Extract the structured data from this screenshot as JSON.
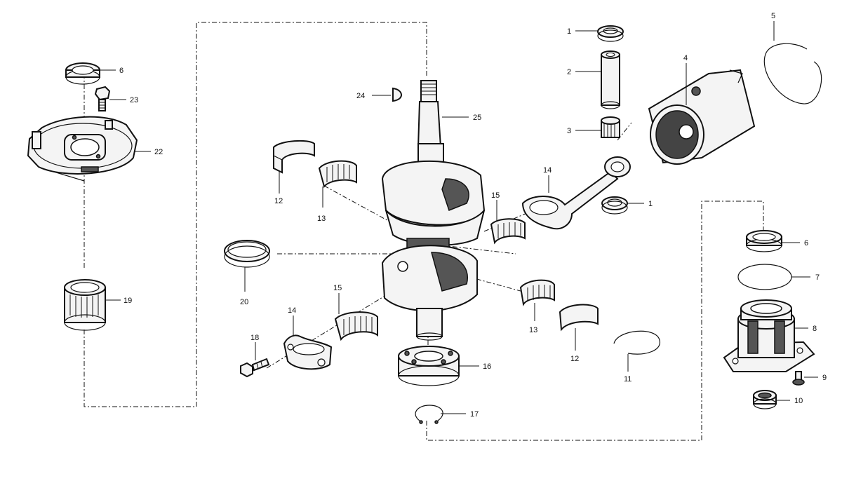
{
  "callouts": [
    {
      "id": "c1a",
      "text": "1"
    },
    {
      "id": "c1b",
      "text": "1"
    },
    {
      "id": "c2",
      "text": "2"
    },
    {
      "id": "c3",
      "text": "3"
    },
    {
      "id": "c4",
      "text": "4"
    },
    {
      "id": "c5",
      "text": "5"
    },
    {
      "id": "c6a",
      "text": "6"
    },
    {
      "id": "c6b",
      "text": "6"
    },
    {
      "id": "c7",
      "text": "7"
    },
    {
      "id": "c8",
      "text": "8"
    },
    {
      "id": "c9",
      "text": "9"
    },
    {
      "id": "c10",
      "text": "10"
    },
    {
      "id": "c11",
      "text": "11"
    },
    {
      "id": "c12a",
      "text": "12"
    },
    {
      "id": "c12b",
      "text": "12"
    },
    {
      "id": "c13a",
      "text": "13"
    },
    {
      "id": "c13b",
      "text": "13"
    },
    {
      "id": "c14a",
      "text": "14"
    },
    {
      "id": "c14b",
      "text": "14"
    },
    {
      "id": "c15a",
      "text": "15"
    },
    {
      "id": "c15b",
      "text": "15"
    },
    {
      "id": "c16",
      "text": "16"
    },
    {
      "id": "c17",
      "text": "17"
    },
    {
      "id": "c18",
      "text": "18"
    },
    {
      "id": "c19",
      "text": "19"
    },
    {
      "id": "c20",
      "text": "20"
    },
    {
      "id": "c22",
      "text": "22"
    },
    {
      "id": "c23",
      "text": "23"
    },
    {
      "id": "c24",
      "text": "24"
    },
    {
      "id": "c25",
      "text": "25"
    }
  ]
}
